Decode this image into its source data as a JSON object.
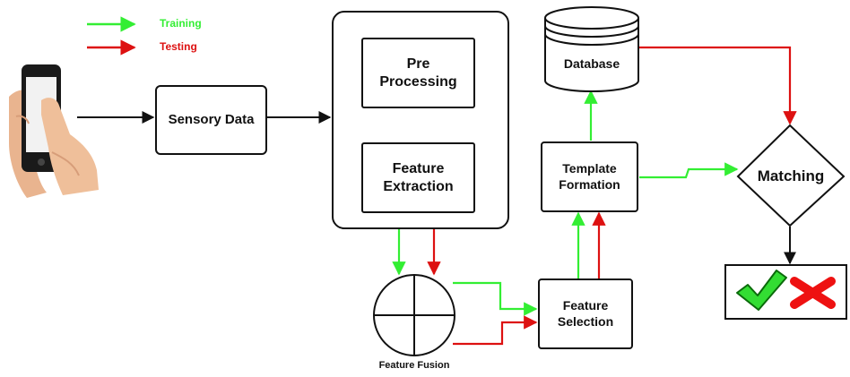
{
  "legend": {
    "training_label": "Training",
    "testing_label": "Testing",
    "training_color": "#33ee33",
    "testing_color": "#dd1111"
  },
  "nodes": {
    "sensory_data": "Sensory Data",
    "pre_processing": "Pre Processing",
    "feature_extraction": "Feature Extraction",
    "feature_fusion": "Feature Fusion",
    "feature_selection": "Feature Selection",
    "template_formation": "Template Formation",
    "database": "Database",
    "matching": "Matching"
  },
  "icons": {
    "device": "smartphone-touch-icon",
    "accept": "green-check-icon",
    "reject": "red-cross-icon"
  }
}
